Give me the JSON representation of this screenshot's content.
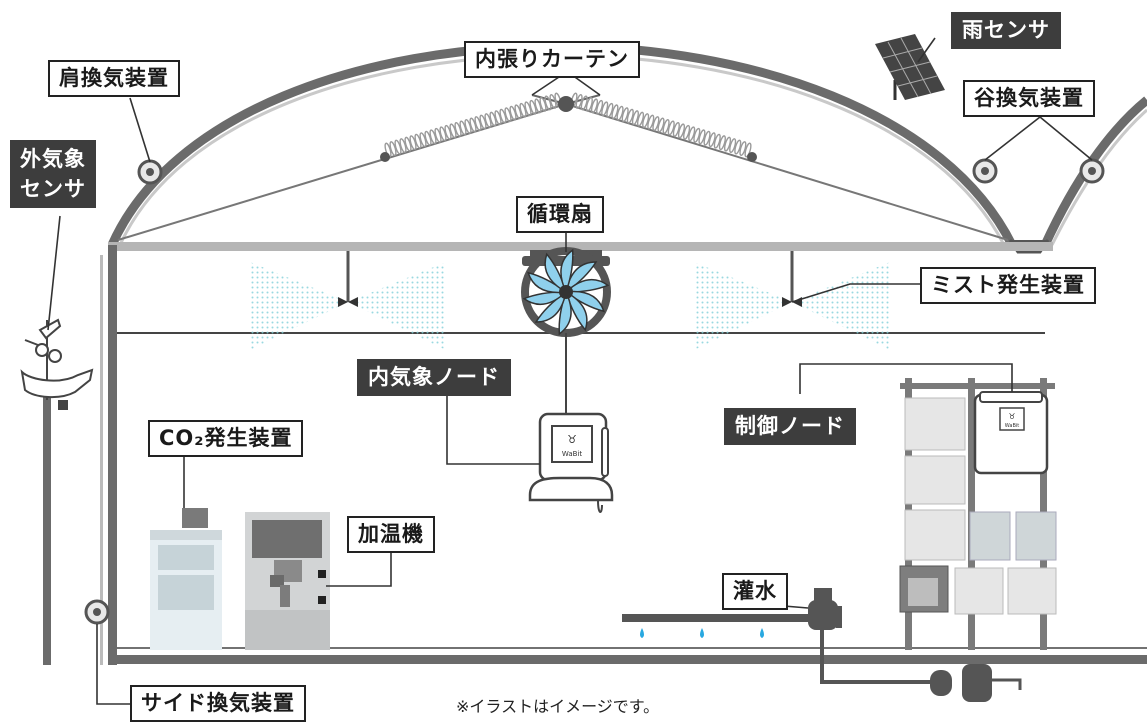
{
  "labels": {
    "curtain": "内張りカーテン",
    "rain_sensor": "雨センサ",
    "shoulder_vent": "肩換気装置",
    "valley_vent": "谷換気装置",
    "outdoor_sensor_line1": "外気象",
    "outdoor_sensor_line2": "センサ",
    "circulation_fan": "循環扇",
    "mist": "ミスト発生装置",
    "indoor_node": "内気象ノード",
    "control_node": "制御ノード",
    "co2_generator": "CO₂発生装置",
    "heater": "加温機",
    "irrigation": "灌水",
    "side_vent": "サイド換気装置"
  },
  "device_logo": "WaBit",
  "note": "※イラストはイメージです。",
  "colors": {
    "frame": "#6b6b6b",
    "frame_light": "#bdbdbd",
    "fan_blade": "#8fd0ec",
    "water_drop": "#29a8e0",
    "mist": "#86d3dc",
    "label_dark": "#3d3d3d"
  }
}
